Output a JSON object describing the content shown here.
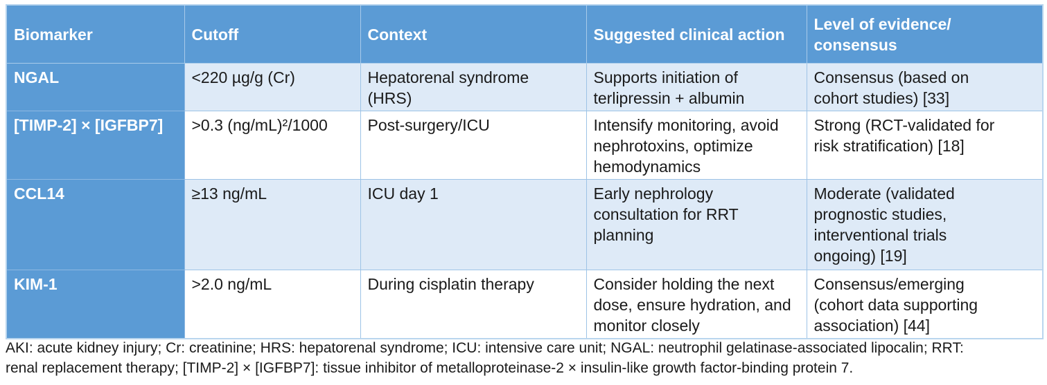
{
  "colors": {
    "header_blue": "#5B9BD5",
    "band_light_blue": "#DEEAF7",
    "band_white": "#FFFFFF",
    "border_blue": "#9DC3E6",
    "header_text": "#FFFFFF",
    "body_text": "#1A1A1A"
  },
  "table": {
    "headers": [
      "Biomarker",
      "Cutoff",
      "Context",
      "Suggested clinical action",
      "Level of evidence/\nconsensus"
    ],
    "rows": [
      {
        "biomarker": "NGAL",
        "cutoff": "<220 µg/g (Cr)",
        "context": "Hepatorenal syndrome\n(HRS)",
        "action": "Supports initiation of\nterlipressin + albumin",
        "evidence": "Consensus (based on\ncohort studies) [33]"
      },
      {
        "biomarker": "[TIMP-2] × [IGFBP7]",
        "cutoff": ">0.3 (ng/mL)²/1000",
        "context": "Post-surgery/ICU",
        "action": "Intensify monitoring, avoid\nnephrotoxins, optimize\nhemodynamics",
        "evidence": "Strong (RCT-validated for\nrisk stratification) [18]"
      },
      {
        "biomarker": "CCL14",
        "cutoff": "≥13 ng/mL",
        "context": "ICU day 1",
        "action": "Early nephrology\nconsultation for RRT\nplanning",
        "evidence": "Moderate (validated\nprognostic studies,\ninterventional trials\nongoing) [19]"
      },
      {
        "biomarker": "KIM-1",
        "cutoff": ">2.0 ng/mL",
        "context": "During cisplatin therapy",
        "action": "Consider holding the next\ndose, ensure hydration, and\nmonitor closely",
        "evidence": "Consensus/emerging\n(cohort data supporting\nassociation) [44]"
      }
    ]
  },
  "footnote": "AKI: acute kidney injury; Cr: creatinine; HRS: hepatorenal syndrome; ICU: intensive care unit; NGAL: neutrophil gelatinase-associated lipocalin; RRT:\nrenal replacement therapy; [TIMP-2] × [IGFBP7]: tissue inhibitor of metalloproteinase-2 × insulin-like growth factor-binding protein 7."
}
